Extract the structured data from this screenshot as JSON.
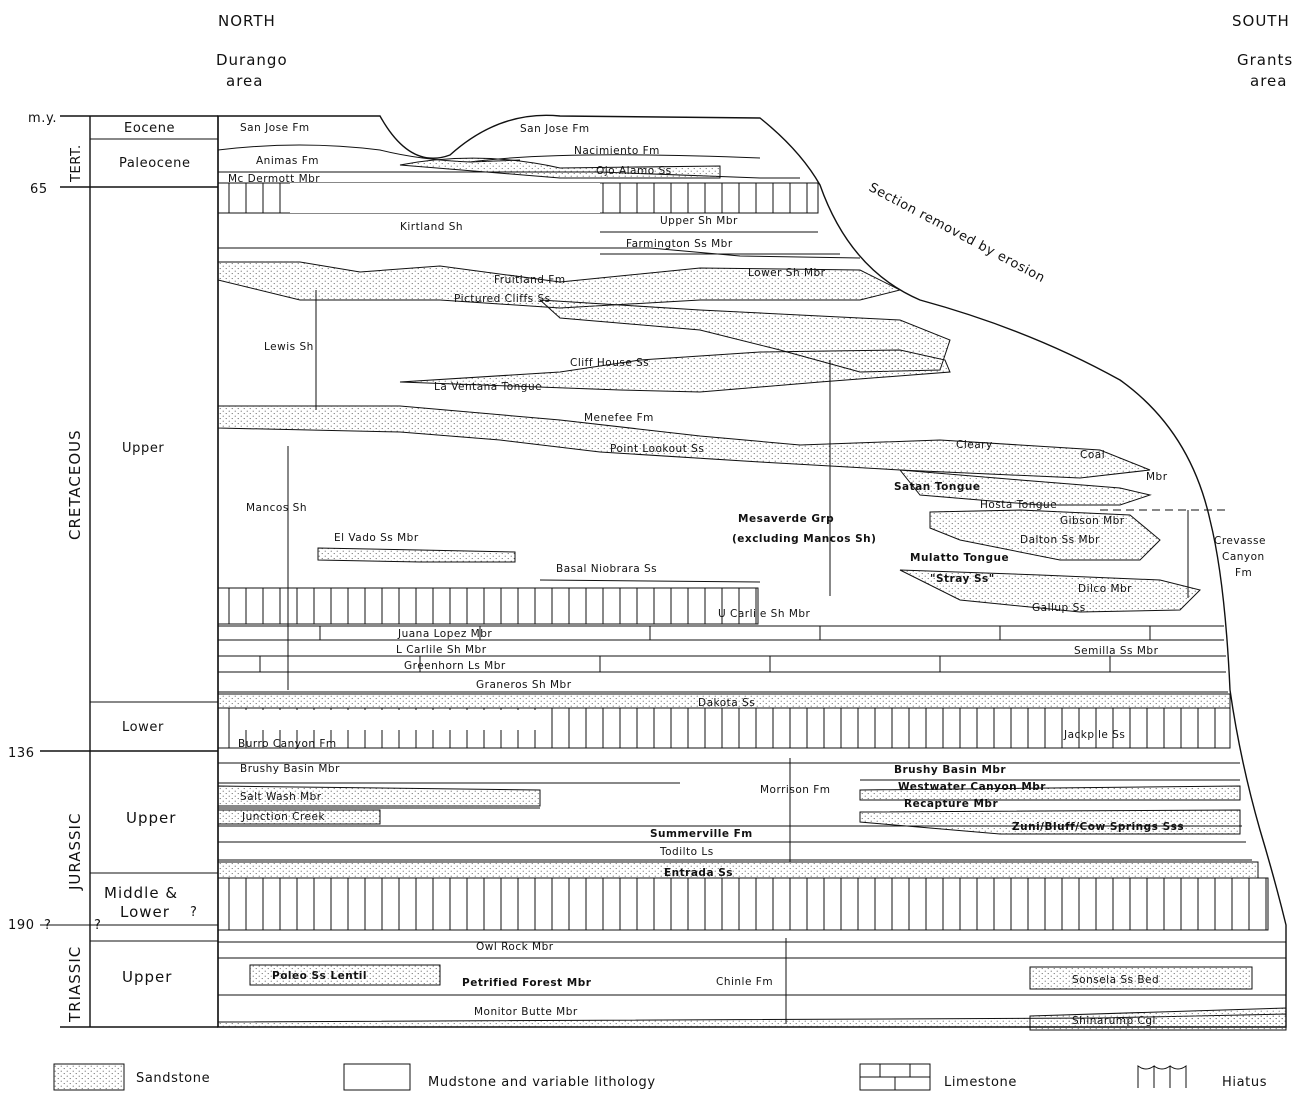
{
  "header": {
    "north": "NORTH",
    "north_area_1": "Durango",
    "north_area_2": "area",
    "south": "SOUTH",
    "south_area_1": "Grants",
    "south_area_2": "area"
  },
  "ages": {
    "unit": "m.y.",
    "t65": "65",
    "t136": "136",
    "t190": "190",
    "q1": "?",
    "q2": "?",
    "q3": "?"
  },
  "periods": {
    "tert": "TERT.",
    "cretaceous": "CRETACEOUS",
    "jurassic": "JURASSIC",
    "triassic": "TRIASSIC"
  },
  "epochs": {
    "eocene": "Eocene",
    "paleocene": "Paleocene",
    "cret_upper": "Upper",
    "cret_lower": "Lower",
    "jur_upper": "Upper",
    "jur_middle_1": "Middle &",
    "jur_middle_2": "Lower",
    "tri_upper": "Upper"
  },
  "units": {
    "san_jose_n": "San Jose Fm",
    "san_jose_s": "San Jose Fm",
    "nacimiento": "Nacimiento   Fm",
    "animas": "Animas  Fm",
    "ojo_alamo": "Ojo  Alamo  Ss",
    "mcdermott": "Mc Dermott  Mbr",
    "kirtland": "Kirtland  Sh",
    "upper_sh": "Upper Sh  Mbr",
    "farmington": "Farmington  Ss  Mbr",
    "lower_sh": "Lower  Sh Mbr",
    "fruitland": "Fruitland    Fm",
    "pictured_cliffs": "Pictured    Cliffs    Ss",
    "lewis": "Lewis  Sh",
    "cliff_house": "Cliff House  Ss",
    "la_ventana": "La Ventana Tongue",
    "menefee": "Menefee  Fm",
    "point_lookout": "Point Lookout  Ss",
    "cleary": "Cleary",
    "coal": "Coal",
    "mbr": "Mbr",
    "satan": "Satan  Tongue",
    "hosta": "Hosta   Tongue",
    "gibson": "Gibson  Mbr",
    "dalton": "Dalton   Ss   Mbr",
    "mesaverde_1": "Mesaverde  Grp",
    "mesaverde_2": "(excluding Mancos Sh)",
    "mancos": "Mancos  Sh",
    "el_vado": "El  Vado  Ss  Mbr",
    "mulatto": "Mulatto Tongue",
    "stray": "\"Stray Ss\"",
    "dilco": "Dilco  Mbr",
    "gallup": "Gallup  Ss",
    "basal_niobrara": "Basal  Niobrara  Ss",
    "u_carlile": "U Carlile  Sh  Mbr",
    "crevasse_1": "Crevasse",
    "crevasse_2": "Canyon",
    "crevasse_3": "Fm",
    "juana_lopez": "Juana Lopez  Mbr",
    "l_carlile": "L  Carlile  Sh   Mbr",
    "greenhorn": "Greenhorn  Ls  Mbr",
    "semilla": "Semilla  Ss  Mbr",
    "graneros": "Graneros   Sh  Mbr",
    "dakota": "Dakota    Ss",
    "burro_canyon": "Burro Canyon  Fm",
    "jackpile": "Jackpile  Ss",
    "brushy_basin_n": "Brushy Basin  Mbr",
    "morrison": "Morrison  Fm",
    "brushy_basin_s": "Brushy  Basin  Mbr",
    "westwater": "Westwater  Canyon  Mbr",
    "salt_wash": "Salt Wash  Mbr",
    "recapture": "Recapture   Mbr",
    "junction_creek": "Junction  Creek",
    "zuni": "Zuni/Bluff/Cow Springs Sss",
    "summerville": "Summerville   Fm",
    "todilto": "Todilto   Ls",
    "entrada": "Entrada  Ss",
    "owl_rock": "Owl  Rock  Mbr",
    "poleo": "Poleo  Ss  Lentil",
    "petrified_forest": "Petrified  Forest  Mbr",
    "chinle": "Chinle    Fm",
    "sonsela": "Sonsela  Ss  Bed",
    "monitor_butte": "Monitor  Butte  Mbr",
    "shinarump": "Shinarump  Cgl",
    "erosion": "Section removed by erosion"
  },
  "legend": {
    "sandstone": "Sandstone",
    "mudstone": "Mudstone  and  variable  lithology",
    "limestone": "Limestone",
    "hiatus": "Hiatus"
  }
}
